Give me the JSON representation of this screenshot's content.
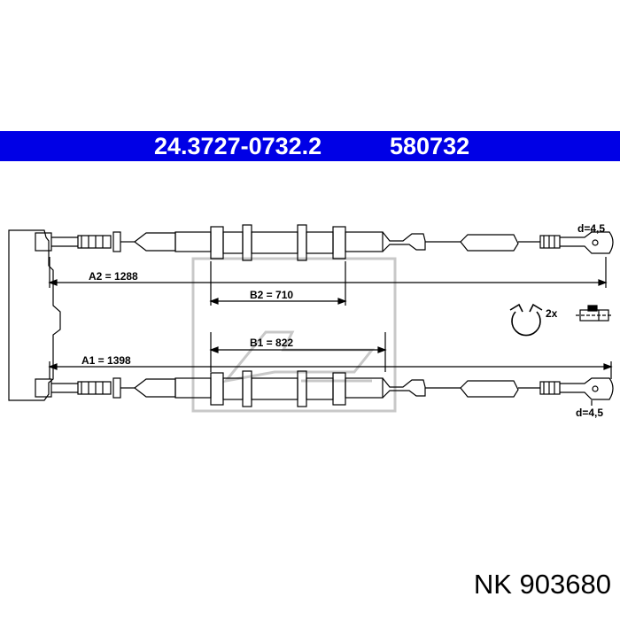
{
  "header": {
    "part_number": "24.3727-0732.2",
    "ref_number": "580732",
    "bar_color": "#0000e6"
  },
  "dimensions": {
    "a2": "A2 = 1288",
    "b2": "B2 = 710",
    "b1": "B1 = 822",
    "a1": "A1 = 1398",
    "d_top": "d=4,5",
    "d_bottom": "d=4,5",
    "clip_qty": "2x"
  },
  "footer": {
    "brand_label": "NK 903680"
  },
  "icons": [
    "retaining-clip-icon",
    "clip-detail-icon",
    "ate-logo-watermark"
  ]
}
